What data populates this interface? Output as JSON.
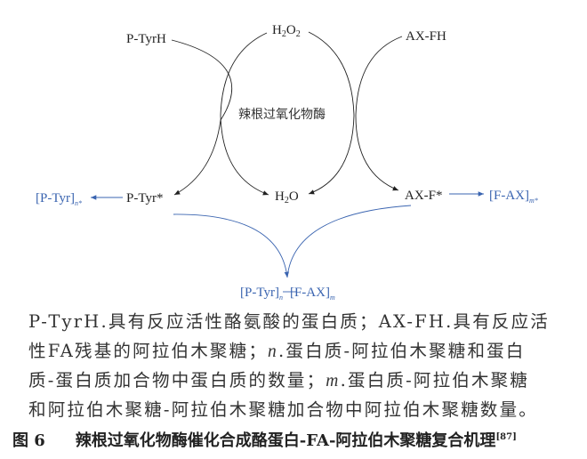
{
  "diagram": {
    "p_tyrh": "P-TyrH",
    "h2o2_h": "H",
    "h2o2_2a": "2",
    "h2o2_o": "O",
    "h2o2_2b": "2",
    "ax_fh": "AX-FH",
    "enzyme": "辣根过氧化物酶",
    "p_tyr_radical": "P-Tyr*",
    "h2o_h": "H",
    "h2o_2": "2",
    "h2o_o": "O",
    "ax_f_radical": "AX-F*",
    "p_tyr_n_main": "[P-Tyr]",
    "p_tyr_n_sub": "n*",
    "f_ax_m_main": "[F-AX]",
    "f_ax_m_sub": "m*",
    "product_left": "[P-Tyr]",
    "product_n": "n",
    "product_right": "[F-AX]",
    "product_m": "m"
  },
  "colors": {
    "black_arrows": "#222222",
    "blue_arrows": "#3a64b0"
  },
  "caption": {
    "line1": "P-TyrH.具有反应活性酪氨酸的蛋白质；AX-FH.具有反应活",
    "line2_a": "性FA残基的阿拉伯木聚糖；",
    "line2_var": "n",
    "line2_b": ".蛋白质-阿拉伯木聚糖和蛋白",
    "line3_a": "质-蛋白质加合物中蛋白质的数量；",
    "line3_var": "m",
    "line3_b": ".蛋白质-阿拉伯木聚糖",
    "line4": "和阿拉伯木聚糖-阿拉伯木聚糖加合物中阿拉伯木聚糖数量。"
  },
  "figure": {
    "number": "图 6",
    "title": "辣根过氧化物酶催化合成酪蛋白-FA-阿拉伯木聚糖复合机理",
    "ref": "[87]"
  }
}
